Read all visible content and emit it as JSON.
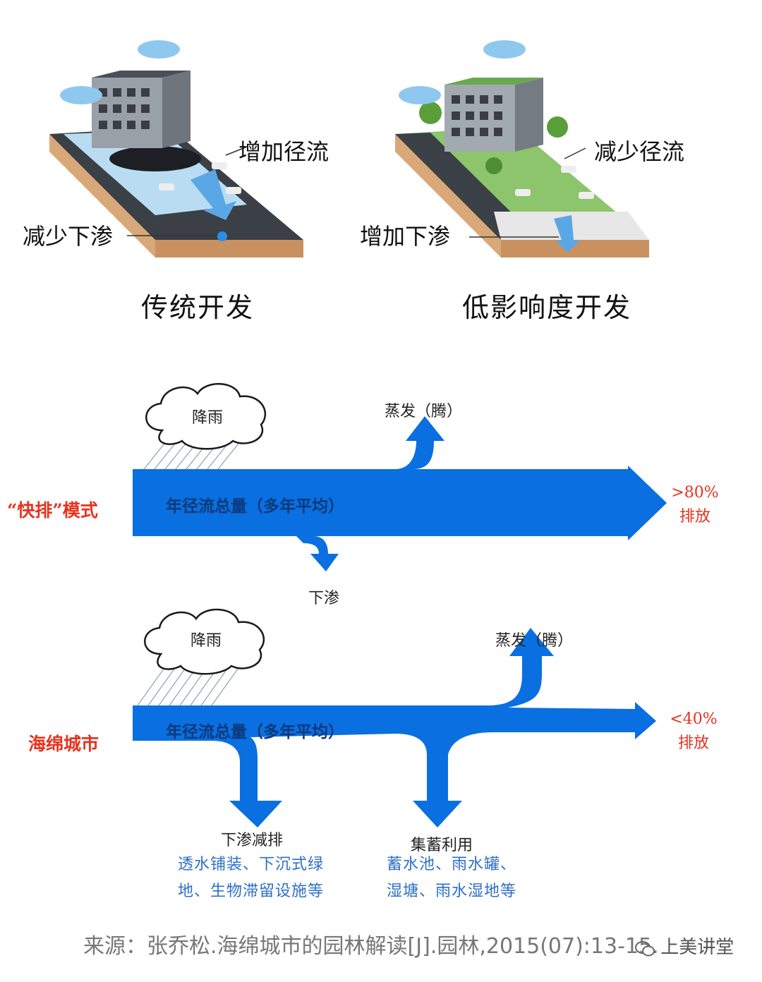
{
  "top": {
    "left": {
      "runoff_label": "增加径流",
      "infiltration_label": "减少下渗",
      "caption": "传统开发"
    },
    "right": {
      "runoff_label": "减少径流",
      "infiltration_label": "增加下渗",
      "caption": "低影响度开发"
    }
  },
  "fast": {
    "mode_label": "“快排”模式",
    "rain": "降雨",
    "main_flow": "年径流总量（多年平均）",
    "evap": "蒸发（腾）",
    "seepage": "下渗",
    "discharge_pct": ">80%",
    "discharge": "排放"
  },
  "sponge": {
    "mode_label": "海绵城市",
    "rain": "降雨",
    "main_flow": "年径流总量（多年平均）",
    "evap": "蒸发（腾）",
    "discharge_pct": "<40%",
    "discharge": "排放",
    "seepage_title": "下渗减排",
    "seepage_line1": "透水铺装、下沉式绿",
    "seepage_line2": "地、生物滞留设施等",
    "reuse_title": "集蓄利用",
    "reuse_line1": "蓄水池、雨水罐、",
    "reuse_line2": "湿塘、雨水湿地等"
  },
  "colors": {
    "arrow_blue": "#0a6fe0",
    "accent_red": "#e8321e",
    "text_blue": "#2e6fc9"
  },
  "source": "来源：张乔松.海绵城市的园林解读[J].园林,2015(07):13-15.",
  "brand": "上美讲堂"
}
